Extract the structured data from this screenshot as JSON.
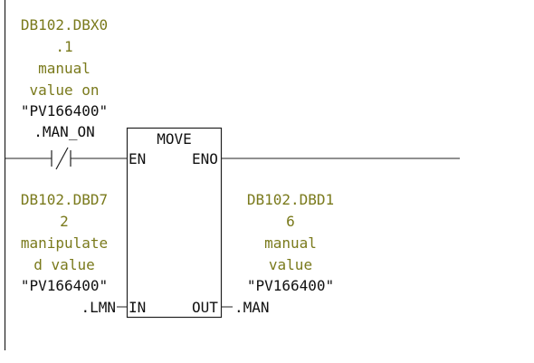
{
  "colors": {
    "address": "#7a7a1c",
    "text": "#111111",
    "wire": "#222222"
  },
  "contact": {
    "type": "normally-closed",
    "address": [
      "DB102.DBX0",
      ".1"
    ],
    "comment": [
      "manual",
      "value on"
    ],
    "symbol": "\"PV166400\"",
    "member": ".MAN_ON"
  },
  "block": {
    "title": "MOVE",
    "en": "EN",
    "eno": "ENO",
    "in": "IN",
    "out": "OUT"
  },
  "input": {
    "address": [
      "DB102.DBD7",
      "2"
    ],
    "comment": [
      "manipulate",
      "d value"
    ],
    "symbol": "\"PV166400\"",
    "member": ".LMN"
  },
  "output": {
    "address": [
      "DB102.DBD1",
      "6"
    ],
    "comment": [
      "manual",
      "value"
    ],
    "symbol": "\"PV166400\"",
    "member": ".MAN"
  }
}
